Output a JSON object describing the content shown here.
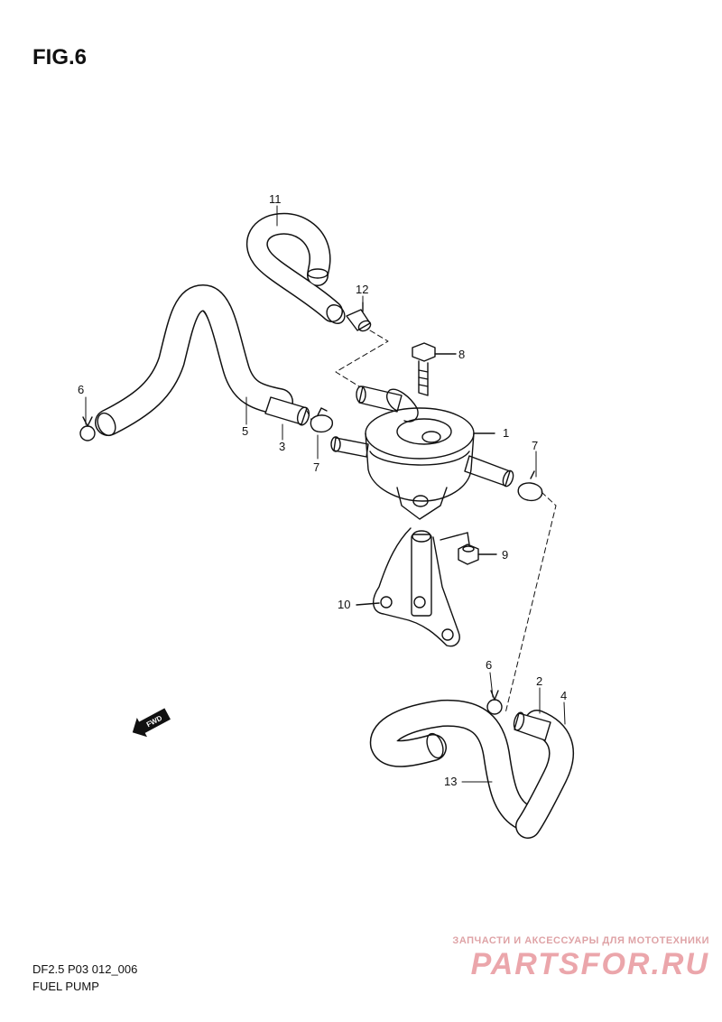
{
  "figure": {
    "title": "FIG.6"
  },
  "callouts": {
    "c1": "1",
    "c2": "2",
    "c3": "3",
    "c4": "4",
    "c5": "5",
    "c6a": "6",
    "c6b": "6",
    "c7a": "7",
    "c7b": "7",
    "c8": "8",
    "c9": "9",
    "c10": "10",
    "c11": "11",
    "c12": "12",
    "c13": "13"
  },
  "fwd_marker": {
    "label": "FWD",
    "icon": "fwd-arrow-icon"
  },
  "footer": {
    "code": "DF2.5 P03 012_006",
    "caption": "FUEL PUMP"
  },
  "watermark": {
    "tagline": "ЗАПЧАСТИ И АКСЕССУАРЫ ДЛЯ МОТОТЕХНИКИ",
    "logo": "PARTSFOR.RU"
  },
  "colors": {
    "line": "#111111",
    "background": "#ffffff",
    "watermark": "#d43c46"
  }
}
